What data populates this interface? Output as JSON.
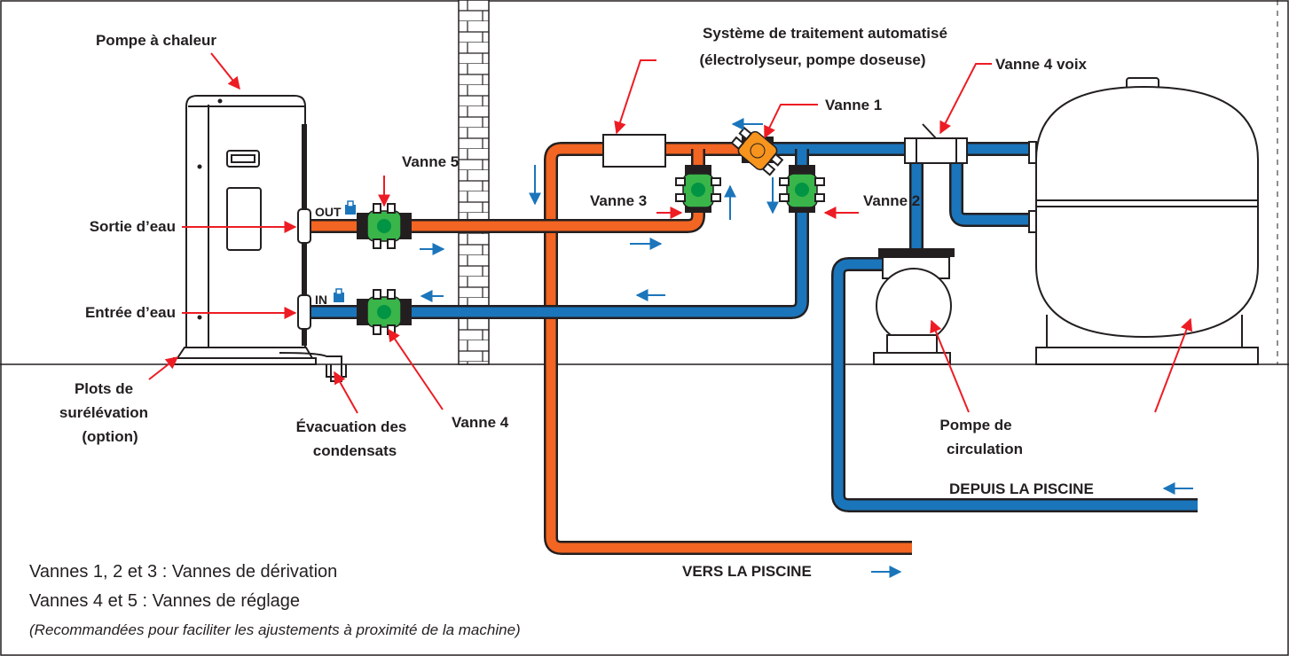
{
  "labels": {
    "heat_pump": "Pompe à chaleur",
    "treatment_line1": "Système de traitement automatisé",
    "treatment_line2": "(électrolyseur, pompe doseuse)",
    "valve_4way": "Vanne 4 voix",
    "valve1": "Vanne 1",
    "valve2": "Vanne 2",
    "valve3": "Vanne 3",
    "valve4": "Vanne 4",
    "valve5": "Vanne 5",
    "water_out": "Sortie d’eau",
    "water_in": "Entrée d’eau",
    "plots_line1": "Plots de",
    "plots_line2": "surélévation",
    "plots_line3": "(option)",
    "drain_line1": "Évacuation des",
    "drain_line2": "condensats",
    "pump_line1": "Pompe de",
    "pump_line2": "circulation",
    "from_pool": "DEPUIS LA PISCINE",
    "to_pool": "VERS LA PISCINE",
    "out_tag": "OUT",
    "in_tag": "IN"
  },
  "notes": {
    "line1": "Vannes 1, 2 et 3 : Vannes de dérivation",
    "line2": "Vannes 4 et 5 : Vannes de réglage",
    "line3": "(Recommandées pour faciliter les ajustements à proximité de la machine)"
  },
  "colors": {
    "hot_pipe": "#f26522",
    "cold_pipe": "#1b75bb",
    "label_arrow": "#ed1c24",
    "flow_arrow": "#1b75bb",
    "valve_body": "#39b54a",
    "valve_dot": "#009444",
    "valve1_dot": "#f7941d",
    "ink": "#231f20"
  }
}
